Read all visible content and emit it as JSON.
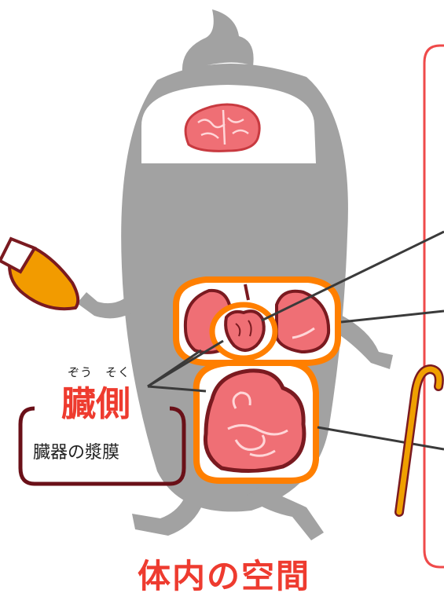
{
  "colors": {
    "body_gray": "#a2a2a2",
    "organ_pink": "#ef6f75",
    "organ_outline": "#7a1a20",
    "cavity_orange": "#ff7f00",
    "accent_red": "#ee3b2f",
    "panel_red": "#ef4a4a",
    "hat_orange": "#f29b00",
    "cane_orange": "#f0a000",
    "label_outline": "#6a1018",
    "leader_line": "#3a3a3a"
  },
  "label": {
    "furigana_1": "ぞう",
    "furigana_2": "そく",
    "term": "臓側",
    "subterm": "臓器の漿膜"
  },
  "caption": "体内の空間",
  "icons": [
    "character-silhouette",
    "brain-icon",
    "lungs-icon",
    "heart-icon",
    "digestive-organs-icon",
    "hat-icon",
    "cane-icon"
  ]
}
